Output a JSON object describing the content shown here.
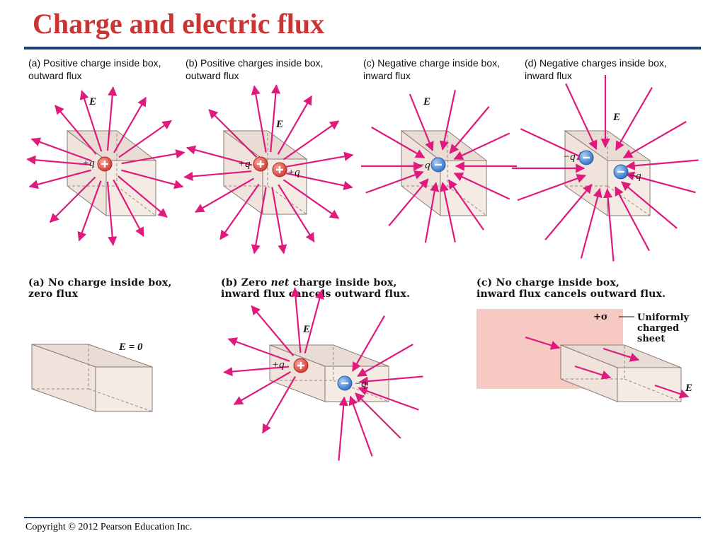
{
  "title": "Charge and electric flux",
  "footer": "Copyright © 2012 Pearson Education Inc.",
  "top_row": [
    {
      "tag": "(a)",
      "line1": "Positive charge inside box,",
      "line2": "outward flux",
      "charges": [
        "+q"
      ]
    },
    {
      "tag": "(b)",
      "line1": "Positive charges inside box,",
      "line2": "outward flux",
      "charges": [
        "+q",
        "+q"
      ]
    },
    {
      "tag": "(c)",
      "line1": "Negative charge inside box,",
      "line2": "inward flux",
      "charges": [
        "−q"
      ]
    },
    {
      "tag": "(d)",
      "line1": "Negative charges inside box,",
      "line2": "inward flux",
      "charges": [
        "−q",
        "−q"
      ]
    }
  ],
  "bottom_row": [
    {
      "tag": "(a)",
      "line1": "No charge inside box,",
      "line2": "zero flux",
      "field_label": "E = 0"
    },
    {
      "tag": "(b)",
      "line1_pre": "Zero ",
      "line1_em": "net",
      "line1_post": " charge inside box,",
      "line2": "inward flux cancels outward flux.",
      "charges": [
        "+q",
        "−q"
      ]
    },
    {
      "tag": "(c)",
      "line1": "No charge inside box,",
      "line2": "inward flux cancels outward flux.",
      "sheet_sigma": "+σ",
      "sheet_label": [
        "Uniformly",
        "charged",
        "sheet"
      ]
    }
  ],
  "field_symbol": "E",
  "colors": {
    "title": "#cc3333",
    "rule": "#1f3f78",
    "arrow": "#e0197d",
    "box": "#efe3dc",
    "sheet": "#f7c9c3",
    "positive": "#e25a52",
    "negative": "#4f8fd8"
  }
}
